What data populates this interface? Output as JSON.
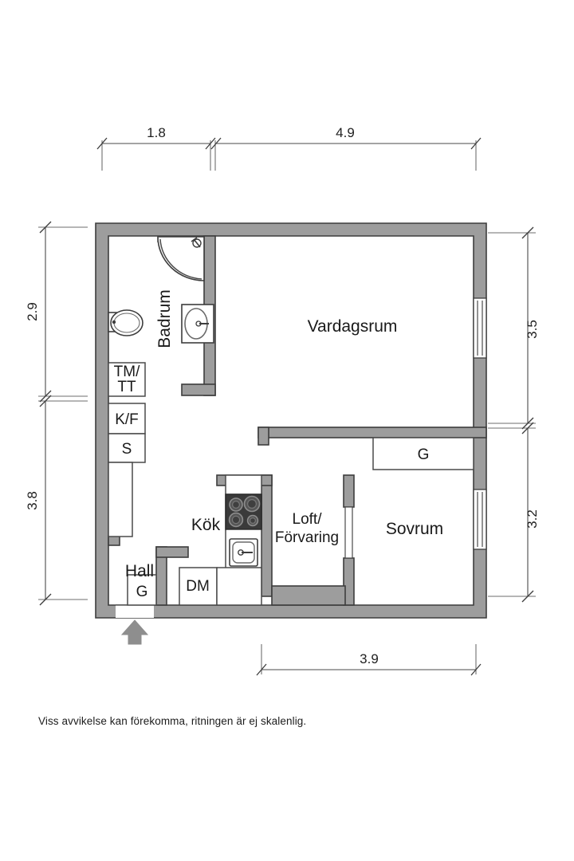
{
  "plan": {
    "disclaimer": "Viss avvikelse kan förekomma, ritningen är ej skalenlig.",
    "colors": {
      "wall_fill": "#9d9d9d",
      "wall_stroke": "#3d3d3d",
      "floor": "#ffffff",
      "stove": "#3a3a3a",
      "arrow": "#8e8e8e",
      "dimension_line": "#4a4a4a"
    },
    "rooms": [
      {
        "key": "badrum",
        "label": "Badrum",
        "orientation": "vertical"
      },
      {
        "key": "vardagsrum",
        "label": "Vardagsrum",
        "orientation": "horizontal"
      },
      {
        "key": "kok",
        "label": "Kök",
        "orientation": "horizontal"
      },
      {
        "key": "loft",
        "label_line1": "Loft/",
        "label_line2": "Förvaring",
        "orientation": "horizontal"
      },
      {
        "key": "sovrum",
        "label": "Sovrum",
        "orientation": "horizontal"
      },
      {
        "key": "hall",
        "label": "Hall",
        "orientation": "horizontal"
      }
    ],
    "cabinets": [
      {
        "key": "tm-tt",
        "line1": "TM/",
        "line2": "TT"
      },
      {
        "key": "k-f",
        "label": "K/F"
      },
      {
        "key": "s",
        "label": "S"
      },
      {
        "key": "g-hall",
        "label": "G"
      },
      {
        "key": "dm",
        "label": "DM"
      },
      {
        "key": "g-sovrum",
        "label": "G"
      }
    ],
    "dimensions": {
      "top": [
        {
          "key": "top-1",
          "value": "1.8"
        },
        {
          "key": "top-2",
          "value": "4.9"
        }
      ],
      "left": [
        {
          "key": "left-1",
          "value": "2.9"
        },
        {
          "key": "left-2",
          "value": "3.8"
        }
      ],
      "right": [
        {
          "key": "right-1",
          "value": "3.5"
        },
        {
          "key": "right-2",
          "value": "3.2"
        }
      ],
      "bottom": [
        {
          "key": "bottom-1",
          "value": "3.9"
        }
      ]
    },
    "fixtures": [
      {
        "key": "shower",
        "name": "shower-quarter-round"
      },
      {
        "key": "toilet",
        "name": "toilet"
      },
      {
        "key": "washbasin",
        "name": "washbasin"
      },
      {
        "key": "stove",
        "name": "stove-four-burner"
      },
      {
        "key": "kitchen-sink",
        "name": "kitchen-sink"
      },
      {
        "key": "entry-arrow",
        "name": "entrance-arrow"
      }
    ]
  }
}
